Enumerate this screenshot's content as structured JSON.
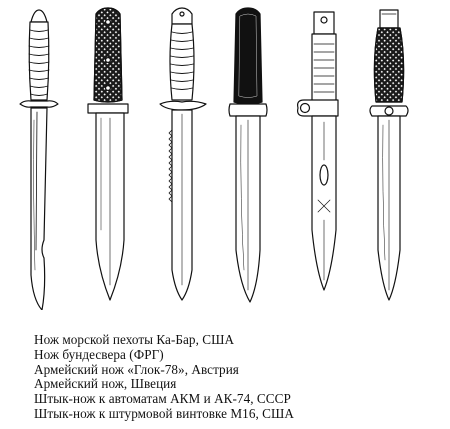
{
  "captions": [
    "Нож морской пехоты Ка-Бар, США",
    "Нож бундесвера (ФРГ)",
    "Армейский нож «Глок-78», Австрия",
    "Армейский нож, Швеция",
    "Штык-нож к автоматам АКМ и АК-74, СССР",
    "Штык-нож к штурмовой винтовке М16, США"
  ],
  "illustration": {
    "stroke_color": "#111111",
    "background": "#ffffff",
    "knives": [
      {
        "id": "ka-bar",
        "grip": "stacked-leather-rings"
      },
      {
        "id": "bundeswehr",
        "grip": "checkered-slab"
      },
      {
        "id": "glock-78",
        "grip": "ribbed-polymer"
      },
      {
        "id": "swedish-army",
        "grip": "dark-rubber"
      },
      {
        "id": "akm-ak74-bayonet",
        "grip": "ribbed-with-muzzle-ring"
      },
      {
        "id": "m16-bayonet",
        "grip": "checkered-with-muzzle-ring"
      }
    ]
  }
}
